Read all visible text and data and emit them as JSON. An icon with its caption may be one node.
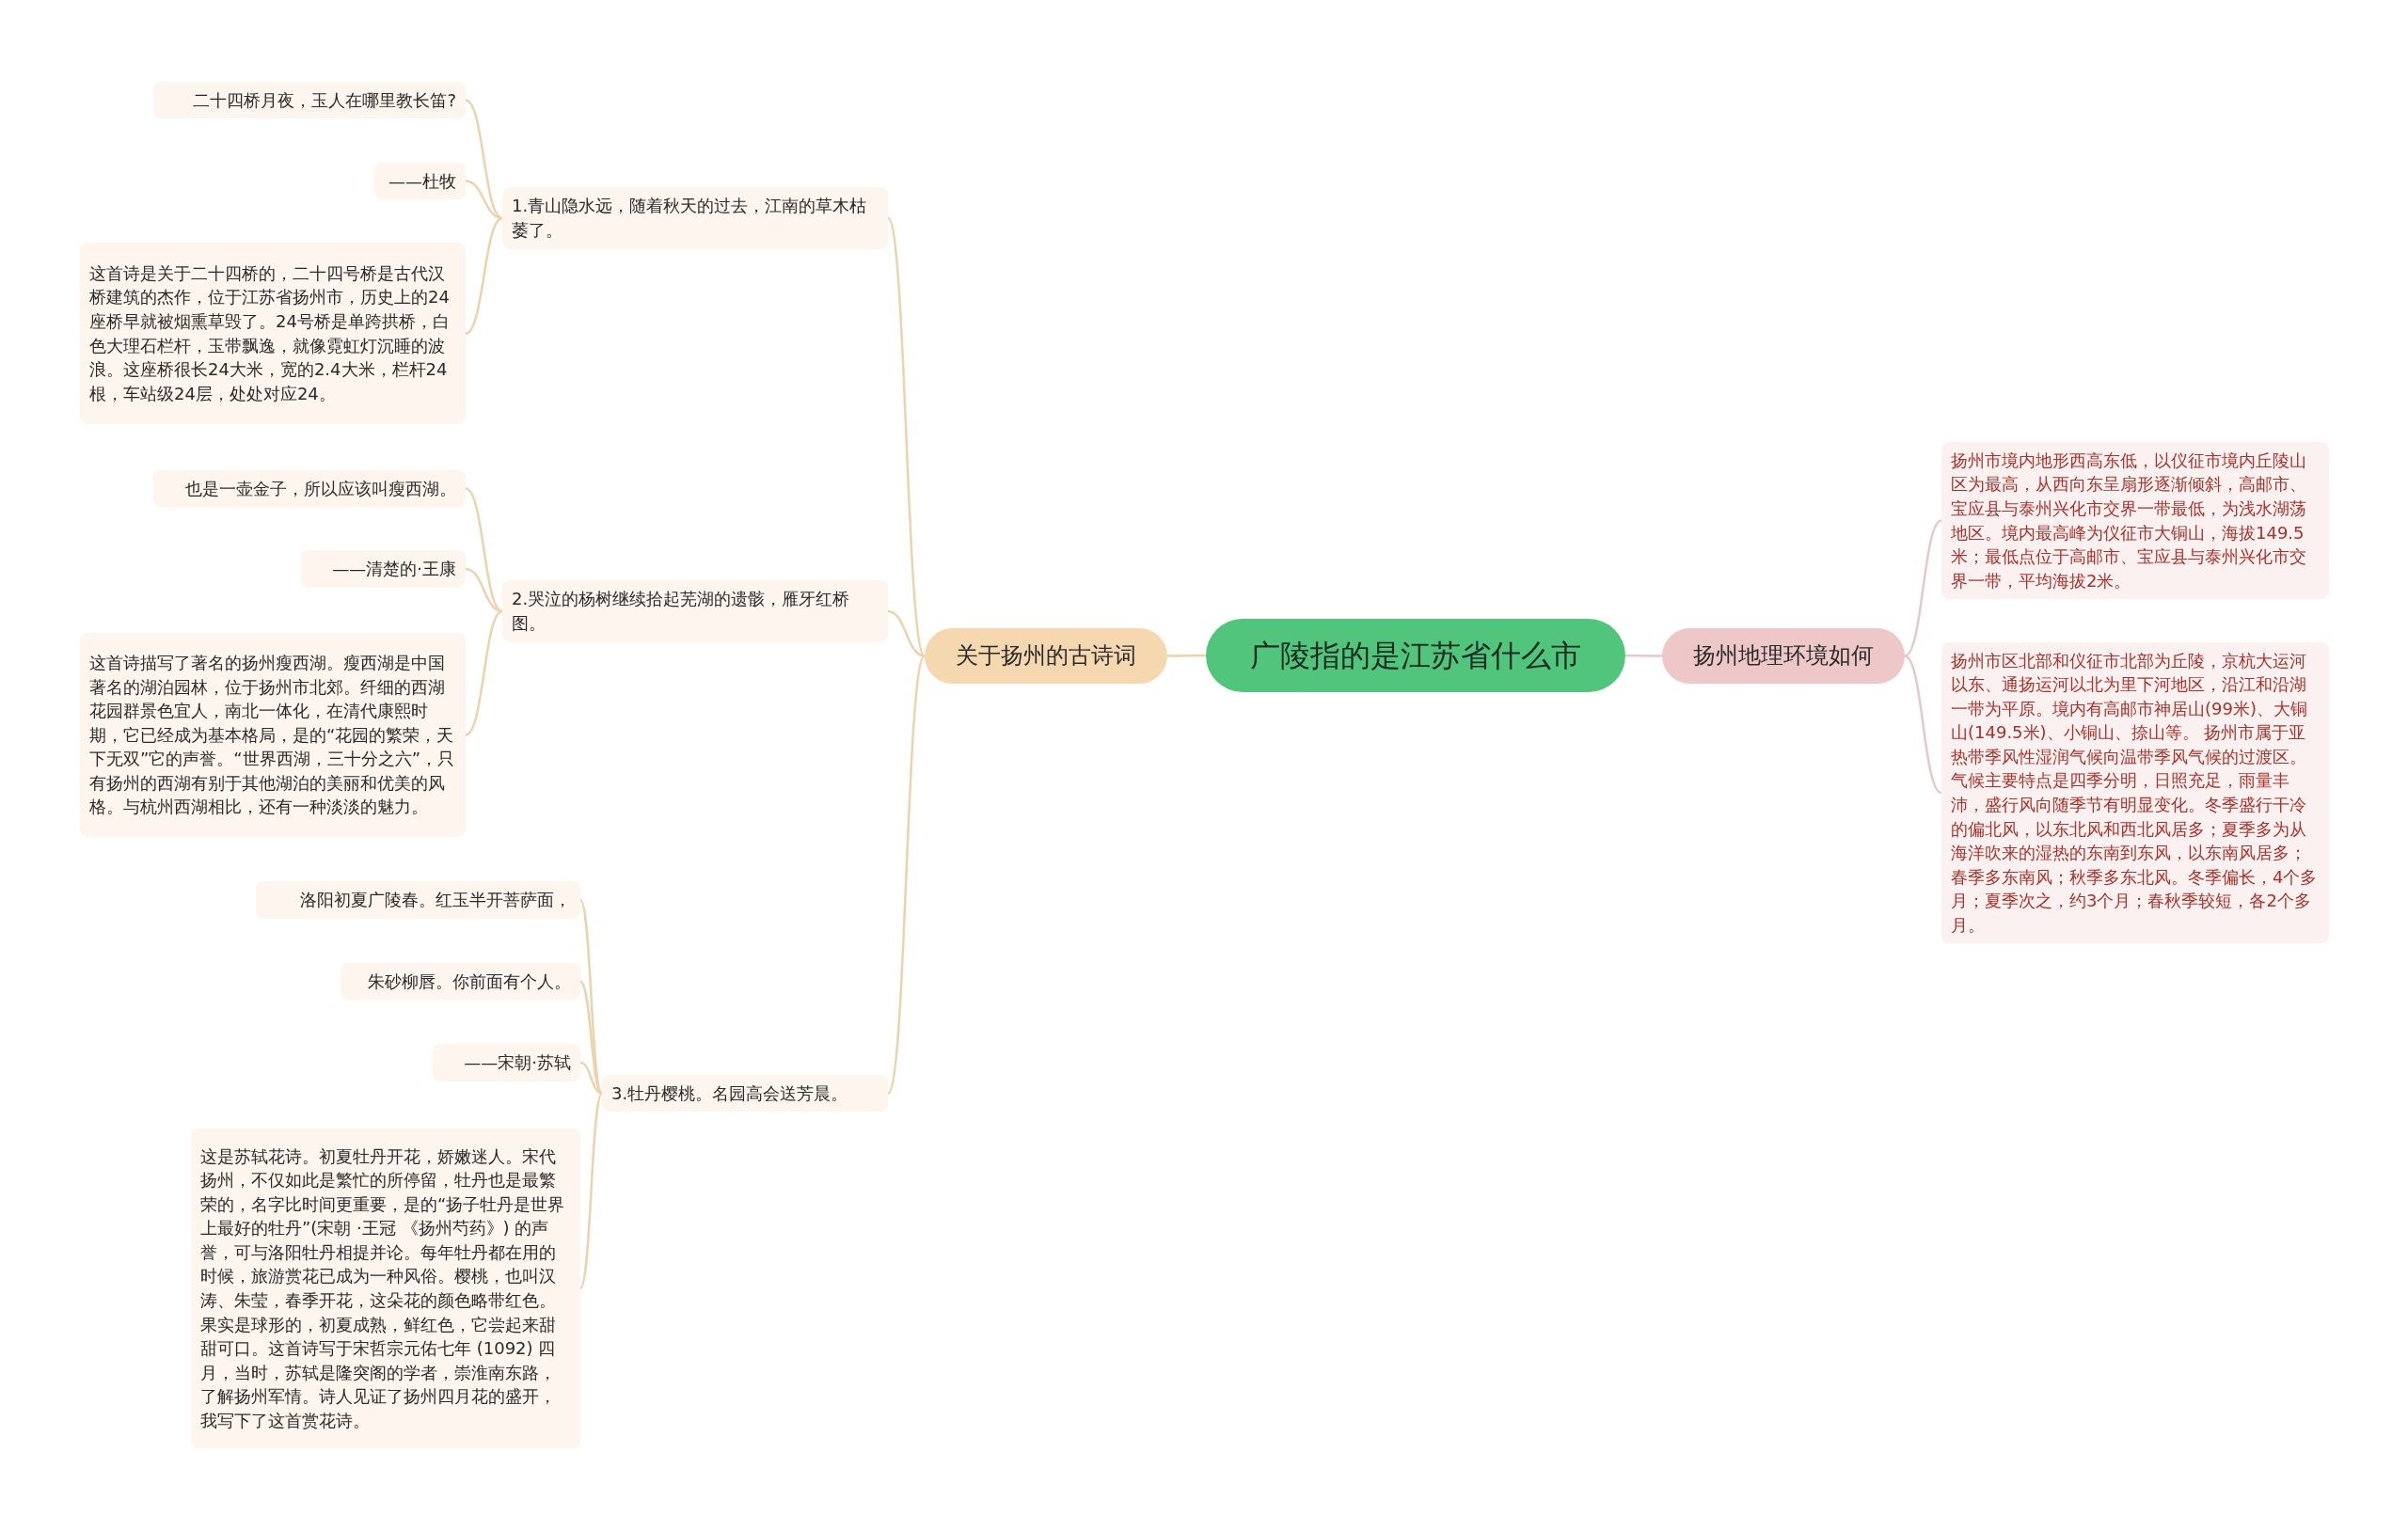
{
  "diagram": {
    "nodes": [
      {
        "text": [
          "广陵指的是江苏省什么市"
        ]
      },
      {
        "text": [
          "关于扬州的古诗词"
        ]
      },
      {
        "text": [
          "1.青山隐水远，随着秋天的过去，江南的草木枯萎了。"
        ]
      },
      {
        "text": [
          "二十四桥月夜，玉人在哪里教长笛?"
        ]
      },
      {
        "text": [
          "——杜牧"
        ]
      },
      {
        "text": [
          "这首诗是关于二十四桥的，二十四号桥是古代汉桥建筑的杰作，位于江苏省扬州市，历史上的24座桥早就被烟熏草毁了。24号桥是单跨拱桥，白色大理石栏杆，玉带飘逸，就像霓虹灯沉睡的波浪。这座桥很长24大米，宽的2.4大米，栏杆24根，车站级24层，处处对应24。"
        ]
      },
      {
        "text": [
          "2.哭泣的杨树继续拾起芜湖的遗骸，雁牙红桥图。"
        ]
      },
      {
        "text": [
          "也是一壶金子，所以应该叫瘦西湖。"
        ]
      },
      {
        "text": [
          "——清楚的·王康"
        ]
      },
      {
        "text": [
          "这首诗描写了著名的扬州瘦西湖。瘦西湖是中国著名的湖泊园林，位于扬州市北郊。纤细的西湖花园群景色宜人，南北一体化，在清代康熙时期，它已经成为基本格局，是的“花园的繁荣，天下无双”它的声誉。“世界西湖，三十分之六”，只有扬州的西湖有别于其他湖泊的美丽和优美的风格。与杭州西湖相比，还有一种淡淡的魅力。"
        ]
      },
      {
        "text": [
          "3.牡丹樱桃。名园高会送芳晨。"
        ]
      },
      {
        "text": [
          "洛阳初夏广陵春。红玉半开菩萨面，"
        ]
      },
      {
        "text": [
          "朱砂柳唇。你前面有个人。"
        ]
      },
      {
        "text": [
          "——宋朝·苏轼"
        ]
      },
      {
        "text": [
          "这是苏轼花诗。初夏牡丹开花，娇嫩迷人。宋代扬州，不仅如此是繁忙的所停留，牡丹也是最繁荣的，名字比时间更重要，是的“扬子牡丹是世界上最好的牡丹”(宋朝 ·王冠 《扬州芍药》) 的声誉，可与洛阳牡丹相提并论。每年牡丹都在用的时候，旅游赏花已成为一种风俗。樱桃，也叫汉涛、朱莹，春季开花，这朵花的颜色略带红色。果实是球形的，初夏成熟，鲜红色，它尝起来甜甜可口。这首诗写于宋哲宗元佑七年 (1092) 四月，当时，苏轼是隆突阁的学者，崇淮南东路，了解扬州军情。诗人见证了扬州四月花的盛开，我写下了这首赏花诗。"
        ]
      },
      {
        "text": [
          "扬州地理环境如何"
        ]
      },
      {
        "text": [
          "扬州市境内地形西高东低，以仪征市境内丘陵山区为最高，从西向东呈扇形逐渐倾斜，高邮市、宝应县与泰州兴化市交界一带最低，为浅水湖荡地区。境内最高峰为仪征市大铜山，海拔149.5米；最低点位于高邮市、宝应县与泰州兴化市交界一带，平均海拔2米。"
        ]
      },
      {
        "text": [
          "扬州市区北部和仪征市北部为丘陵，京杭大运河以东、通扬运河以北为里下河地区，沿江和沿湖一带为平原。境内有高邮市神居山(99米)、大铜山(149.5米)、小铜山、捺山等。 扬州市属于亚热带季风性湿润气候向温带季风气候的过渡区。气候主要特点是四季分明，日照充足，雨量丰沛，盛行风向随季节有明显变化。冬季盛行干冷的偏北风，以东北风和西北风居多；夏季多为从海洋吹来的湿热的东南到东风，以东南风居多；春季多东南风；秋季多东北风。冬季偏长，4个多月；夏季次之，约3个月；春秋季较短，各2个多月。"
        ]
      }
    ],
    "edges": [
      {
        "from": 0,
        "to": 1,
        "arrow": "none"
      },
      {
        "from": 1,
        "to": 2,
        "arrow": "none"
      },
      {
        "from": 2,
        "to": 3,
        "arrow": "none"
      },
      {
        "from": 2,
        "to": 4,
        "arrow": "none"
      },
      {
        "from": 2,
        "to": 5,
        "arrow": "none"
      },
      {
        "from": 1,
        "to": 6,
        "arrow": "none"
      },
      {
        "from": 6,
        "to": 7,
        "arrow": "none"
      },
      {
        "from": 6,
        "to": 8,
        "arrow": "none"
      },
      {
        "from": 6,
        "to": 9,
        "arrow": "none"
      },
      {
        "from": 1,
        "to": 10,
        "arrow": "none"
      },
      {
        "from": 10,
        "to": 11,
        "arrow": "none"
      },
      {
        "from": 10,
        "to": 12,
        "arrow": "none"
      },
      {
        "from": 10,
        "to": 13,
        "arrow": "none"
      },
      {
        "from": 10,
        "to": 14,
        "arrow": "none"
      },
      {
        "from": 0,
        "to": 15,
        "arrow": "none",
        "color": "#e6c8c8"
      },
      {
        "from": 15,
        "to": 16,
        "arrow": "none",
        "color": "#e6c8c8"
      },
      {
        "from": 15,
        "to": 17,
        "arrow": "none",
        "color": "#e6c8c8"
      }
    ]
  }
}
